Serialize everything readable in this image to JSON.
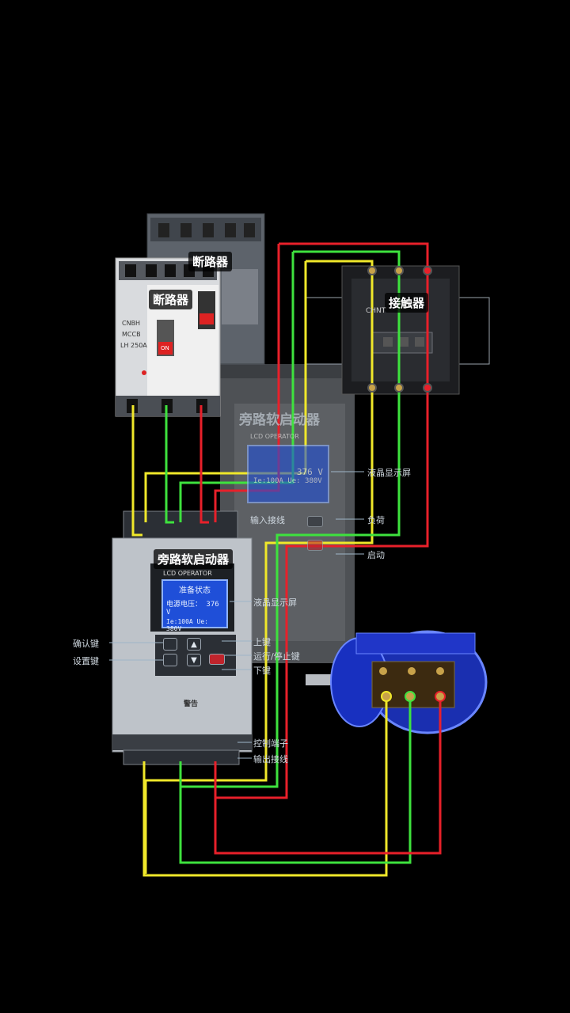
{
  "colors": {
    "yellow_wire": "#f0e82a",
    "green_wire": "#3ee23e",
    "red_wire": "#e8202a",
    "panel_grey": "#9aa0a8",
    "lcd_blue": "#1f4fd8",
    "motor_blue": "#1a2fb0"
  },
  "devices": {
    "breaker_front_label": "断路器",
    "breaker_back_label": "断路器",
    "breaker_brand": "CNBH",
    "breaker_model": "MCCB",
    "breaker_rating": "LH 250A",
    "breaker_on": "ON",
    "contactor_label": "接触器",
    "contactor_brand": "CHNT",
    "softstarter_front_label": "旁路软启动器",
    "softstarter_back_label": "旁路软启动器",
    "lcd_operator": "LCD OPERATOR",
    "warning_title": "警告"
  },
  "lcd_front": {
    "line1": "准备状态",
    "line2": "电源电压： 376 V",
    "line3": "Ie:100A  Ue: 380V"
  },
  "lcd_back": {
    "line2": "376 V",
    "line3": "Ie:100A Ue: 380V"
  },
  "callouts_right_back": {
    "lcd_display": "液晶显示屏",
    "load": "负荷",
    "input_terminal": "输入接线",
    "start_button": "启动"
  },
  "callouts_front": {
    "left_btn1": "确认键",
    "left_btn2": "设置键",
    "lcd_display": "液晶显示屏",
    "up_key": "上键",
    "run_stop": "运行/停止键",
    "down_key": "下键",
    "control_terminal": "控制端子",
    "output": "输出接线"
  }
}
